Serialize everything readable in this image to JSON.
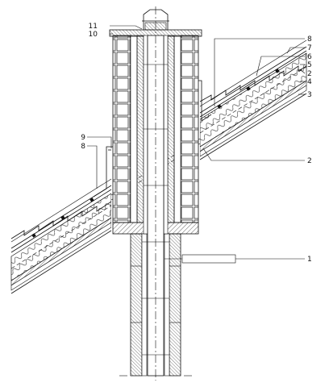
{
  "drawing": {
    "callouts_right": [
      "8",
      "7",
      "6",
      "5",
      "2",
      "4",
      "3"
    ],
    "callout_2_lower": "2",
    "callout_1": "1",
    "callouts_top": [
      "11",
      "10"
    ],
    "callouts_left": [
      "9",
      "8"
    ]
  }
}
